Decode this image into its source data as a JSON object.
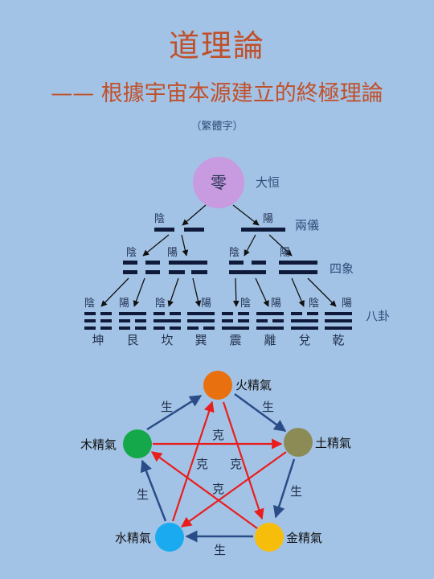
{
  "header": {
    "title": "道理論",
    "subtitle": "—— 根據宇宙本源建立的終極理論",
    "note": "（繁體字）"
  },
  "tree": {
    "root": "零",
    "root_tag": "大恒",
    "level1_tag": "兩儀",
    "level2_tag": "四象",
    "level3_tag": "八卦",
    "yin": "陰",
    "yang": "陽",
    "trigrams": [
      "坤",
      "艮",
      "坎",
      "巽",
      "震",
      "離",
      "兌",
      "乾"
    ]
  },
  "wuxing": {
    "nodes": {
      "fire": {
        "label": "火精氣",
        "color": "#e8700f"
      },
      "earth": {
        "label": "土精氣",
        "color": "#8c8a55"
      },
      "metal": {
        "label": "金精氣",
        "color": "#f6be0a"
      },
      "water": {
        "label": "水精氣",
        "color": "#1aaaf0"
      },
      "wood": {
        "label": "木精氣",
        "color": "#14a84a"
      }
    },
    "generate": "生",
    "overcome": "克",
    "generate_color": "#2a4d88",
    "overcome_color": "#e81e1e"
  },
  "colors": {
    "background": "#a3c3e6",
    "title": "#c0502a",
    "root_circle": "#c89ae0",
    "line": "#0f1a3a"
  }
}
